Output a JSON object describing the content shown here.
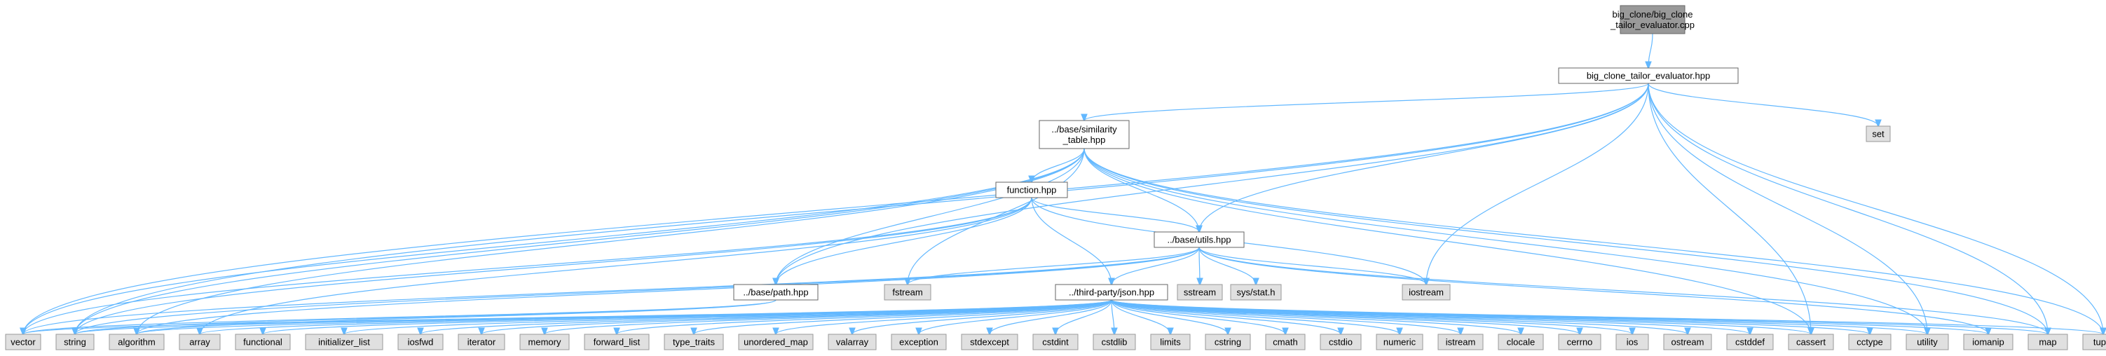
{
  "colors": {
    "root_fill": "#999999",
    "header_fill": "#ffffff",
    "system_fill": "#e0e0e0",
    "border": "#666666",
    "system_border": "#999999",
    "edge": "#63b8ff"
  },
  "nodes": [
    {
      "id": "root",
      "lines": [
        "big_clone/big_clone",
        "_tailor_evaluator.cpp"
      ],
      "kind": "root"
    },
    {
      "id": "bcte",
      "lines": [
        "big_clone_tailor_evaluator.hpp"
      ],
      "kind": "header"
    },
    {
      "id": "simtable",
      "lines": [
        "../base/similarity",
        "_table.hpp"
      ],
      "kind": "header"
    },
    {
      "id": "function",
      "lines": [
        "function.hpp"
      ],
      "kind": "header"
    },
    {
      "id": "utils",
      "lines": [
        "../base/utils.hpp"
      ],
      "kind": "header"
    },
    {
      "id": "path",
      "lines": [
        "../base/path.hpp"
      ],
      "kind": "header"
    },
    {
      "id": "json",
      "lines": [
        "../third-party/json.hpp"
      ],
      "kind": "header"
    },
    {
      "id": "set",
      "lines": [
        "set"
      ],
      "kind": "system"
    },
    {
      "id": "fstream",
      "lines": [
        "fstream"
      ],
      "kind": "system"
    },
    {
      "id": "sstream",
      "lines": [
        "sstream"
      ],
      "kind": "system"
    },
    {
      "id": "sysstat",
      "lines": [
        "sys/stat.h"
      ],
      "kind": "system"
    },
    {
      "id": "iostream",
      "lines": [
        "iostream"
      ],
      "kind": "system"
    },
    {
      "id": "vector",
      "lines": [
        "vector"
      ],
      "kind": "system"
    },
    {
      "id": "string",
      "lines": [
        "string"
      ],
      "kind": "system"
    },
    {
      "id": "algorithm",
      "lines": [
        "algorithm"
      ],
      "kind": "system"
    },
    {
      "id": "array",
      "lines": [
        "array"
      ],
      "kind": "system"
    },
    {
      "id": "functional",
      "lines": [
        "functional"
      ],
      "kind": "system"
    },
    {
      "id": "initializer_list",
      "lines": [
        "initializer_list"
      ],
      "kind": "system"
    },
    {
      "id": "iosfwd",
      "lines": [
        "iosfwd"
      ],
      "kind": "system"
    },
    {
      "id": "iterator",
      "lines": [
        "iterator"
      ],
      "kind": "system"
    },
    {
      "id": "memory",
      "lines": [
        "memory"
      ],
      "kind": "system"
    },
    {
      "id": "forward_list",
      "lines": [
        "forward_list"
      ],
      "kind": "system"
    },
    {
      "id": "type_traits",
      "lines": [
        "type_traits"
      ],
      "kind": "system"
    },
    {
      "id": "unordered_map",
      "lines": [
        "unordered_map"
      ],
      "kind": "system"
    },
    {
      "id": "valarray",
      "lines": [
        "valarray"
      ],
      "kind": "system"
    },
    {
      "id": "exception",
      "lines": [
        "exception"
      ],
      "kind": "system"
    },
    {
      "id": "stdexcept",
      "lines": [
        "stdexcept"
      ],
      "kind": "system"
    },
    {
      "id": "cstdint",
      "lines": [
        "cstdint"
      ],
      "kind": "system"
    },
    {
      "id": "cstdlib",
      "lines": [
        "cstdlib"
      ],
      "kind": "system"
    },
    {
      "id": "limits",
      "lines": [
        "limits"
      ],
      "kind": "system"
    },
    {
      "id": "cstring",
      "lines": [
        "cstring"
      ],
      "kind": "system"
    },
    {
      "id": "cmath",
      "lines": [
        "cmath"
      ],
      "kind": "system"
    },
    {
      "id": "cstdio",
      "lines": [
        "cstdio"
      ],
      "kind": "system"
    },
    {
      "id": "numeric",
      "lines": [
        "numeric"
      ],
      "kind": "system"
    },
    {
      "id": "istream",
      "lines": [
        "istream"
      ],
      "kind": "system"
    },
    {
      "id": "clocale",
      "lines": [
        "clocale"
      ],
      "kind": "system"
    },
    {
      "id": "cerrno",
      "lines": [
        "cerrno"
      ],
      "kind": "system"
    },
    {
      "id": "ios",
      "lines": [
        "ios"
      ],
      "kind": "system"
    },
    {
      "id": "ostream",
      "lines": [
        "ostream"
      ],
      "kind": "system"
    },
    {
      "id": "cstddef",
      "lines": [
        "cstddef"
      ],
      "kind": "system"
    },
    {
      "id": "cassert",
      "lines": [
        "cassert"
      ],
      "kind": "system"
    },
    {
      "id": "cctype",
      "lines": [
        "cctype"
      ],
      "kind": "system"
    },
    {
      "id": "utility",
      "lines": [
        "utility"
      ],
      "kind": "system"
    },
    {
      "id": "iomanip",
      "lines": [
        "iomanip"
      ],
      "kind": "system"
    },
    {
      "id": "map",
      "lines": [
        "map"
      ],
      "kind": "system"
    },
    {
      "id": "tuple",
      "lines": [
        "tuple"
      ],
      "kind": "system"
    }
  ],
  "edges": [
    [
      "root",
      "bcte"
    ],
    [
      "bcte",
      "simtable"
    ],
    [
      "bcte",
      "utils"
    ],
    [
      "bcte",
      "path"
    ],
    [
      "bcte",
      "set"
    ],
    [
      "bcte",
      "iostream"
    ],
    [
      "bcte",
      "vector"
    ],
    [
      "bcte",
      "string"
    ],
    [
      "bcte",
      "cassert"
    ],
    [
      "bcte",
      "utility"
    ],
    [
      "bcte",
      "map"
    ],
    [
      "bcte",
      "tuple"
    ],
    [
      "simtable",
      "function"
    ],
    [
      "simtable",
      "utils"
    ],
    [
      "simtable",
      "path"
    ],
    [
      "simtable",
      "fstream"
    ],
    [
      "simtable",
      "vector"
    ],
    [
      "simtable",
      "string"
    ],
    [
      "simtable",
      "algorithm"
    ],
    [
      "simtable",
      "utility"
    ],
    [
      "simtable",
      "map"
    ],
    [
      "simtable",
      "tuple"
    ],
    [
      "simtable",
      "cassert"
    ],
    [
      "function",
      "utils"
    ],
    [
      "function",
      "path"
    ],
    [
      "function",
      "json"
    ],
    [
      "function",
      "iostream"
    ],
    [
      "function",
      "vector"
    ],
    [
      "function",
      "string"
    ],
    [
      "function",
      "array"
    ],
    [
      "utils",
      "fstream"
    ],
    [
      "utils",
      "sstream"
    ],
    [
      "utils",
      "sysstat"
    ],
    [
      "utils",
      "iostream"
    ],
    [
      "utils",
      "json"
    ],
    [
      "utils",
      "vector"
    ],
    [
      "utils",
      "string"
    ],
    [
      "utils",
      "algorithm"
    ],
    [
      "utils",
      "iomanip"
    ],
    [
      "utils",
      "map"
    ],
    [
      "path",
      "vector"
    ],
    [
      "path",
      "string"
    ],
    [
      "path",
      "algorithm"
    ],
    [
      "json",
      "vector"
    ],
    [
      "json",
      "string"
    ],
    [
      "json",
      "algorithm"
    ],
    [
      "json",
      "array"
    ],
    [
      "json",
      "functional"
    ],
    [
      "json",
      "initializer_list"
    ],
    [
      "json",
      "iosfwd"
    ],
    [
      "json",
      "iterator"
    ],
    [
      "json",
      "memory"
    ],
    [
      "json",
      "forward_list"
    ],
    [
      "json",
      "type_traits"
    ],
    [
      "json",
      "unordered_map"
    ],
    [
      "json",
      "valarray"
    ],
    [
      "json",
      "exception"
    ],
    [
      "json",
      "stdexcept"
    ],
    [
      "json",
      "cstdint"
    ],
    [
      "json",
      "cstdlib"
    ],
    [
      "json",
      "limits"
    ],
    [
      "json",
      "cstring"
    ],
    [
      "json",
      "cmath"
    ],
    [
      "json",
      "cstdio"
    ],
    [
      "json",
      "numeric"
    ],
    [
      "json",
      "istream"
    ],
    [
      "json",
      "clocale"
    ],
    [
      "json",
      "cerrno"
    ],
    [
      "json",
      "ios"
    ],
    [
      "json",
      "ostream"
    ],
    [
      "json",
      "cstddef"
    ],
    [
      "json",
      "cassert"
    ],
    [
      "json",
      "cctype"
    ],
    [
      "json",
      "utility"
    ],
    [
      "json",
      "iomanip"
    ],
    [
      "json",
      "map"
    ],
    [
      "json",
      "tuple"
    ]
  ]
}
